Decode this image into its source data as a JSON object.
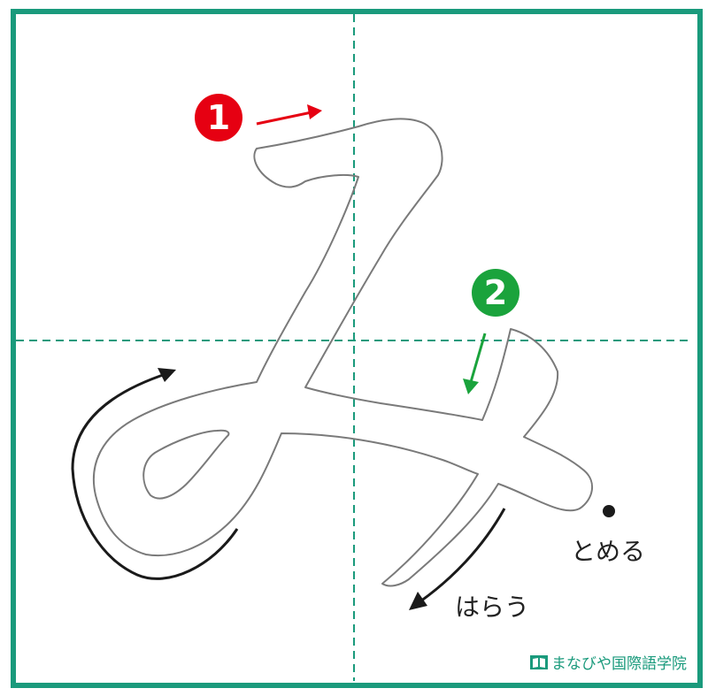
{
  "colors": {
    "frame": "#1a9a7c",
    "guide": "#1a9a7c",
    "stroke1_marker": "#e60012",
    "stroke2_marker": "#1aa33c",
    "outline": "#7a7a7a",
    "direction_arrow": "#1a1a1a"
  },
  "stroke_markers": [
    {
      "number": "1",
      "color": "#e60012"
    },
    {
      "number": "2",
      "color": "#1aa33c"
    }
  ],
  "labels": {
    "tome": "とめる",
    "harau": "はらう"
  },
  "brand": {
    "name": "まなびや国際語学院",
    "icon": "open-book-icon"
  }
}
